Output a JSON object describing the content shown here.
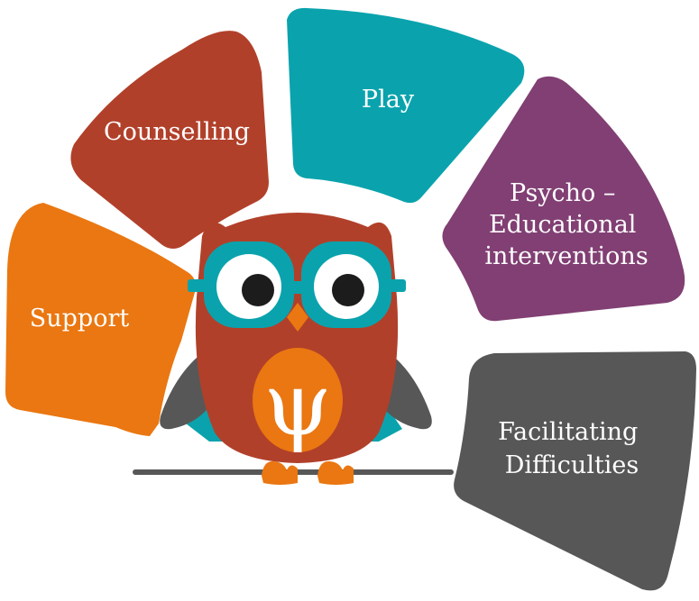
{
  "segments": [
    {
      "label_lines": [
        "Support"
      ],
      "color": "#EA7711"
    },
    {
      "label_lines": [
        "Counselling"
      ],
      "color": "#B1402A"
    },
    {
      "label_lines": [
        "Play"
      ],
      "color": "#0AA3AD"
    },
    {
      "label_lines": [
        "Psycho –",
        "Educational",
        "interventions"
      ],
      "color": "#813F73"
    },
    {
      "label_lines": [
        "Facilitating",
        "Difficulties"
      ],
      "color": "#585757"
    }
  ],
  "owl": {
    "symbol": "ψ",
    "body_color": "#B1402A",
    "glasses_color": "#0AA3AD",
    "wing_color": "#585757",
    "belly_color": "#EA7711",
    "feet_color": "#EA7711"
  }
}
